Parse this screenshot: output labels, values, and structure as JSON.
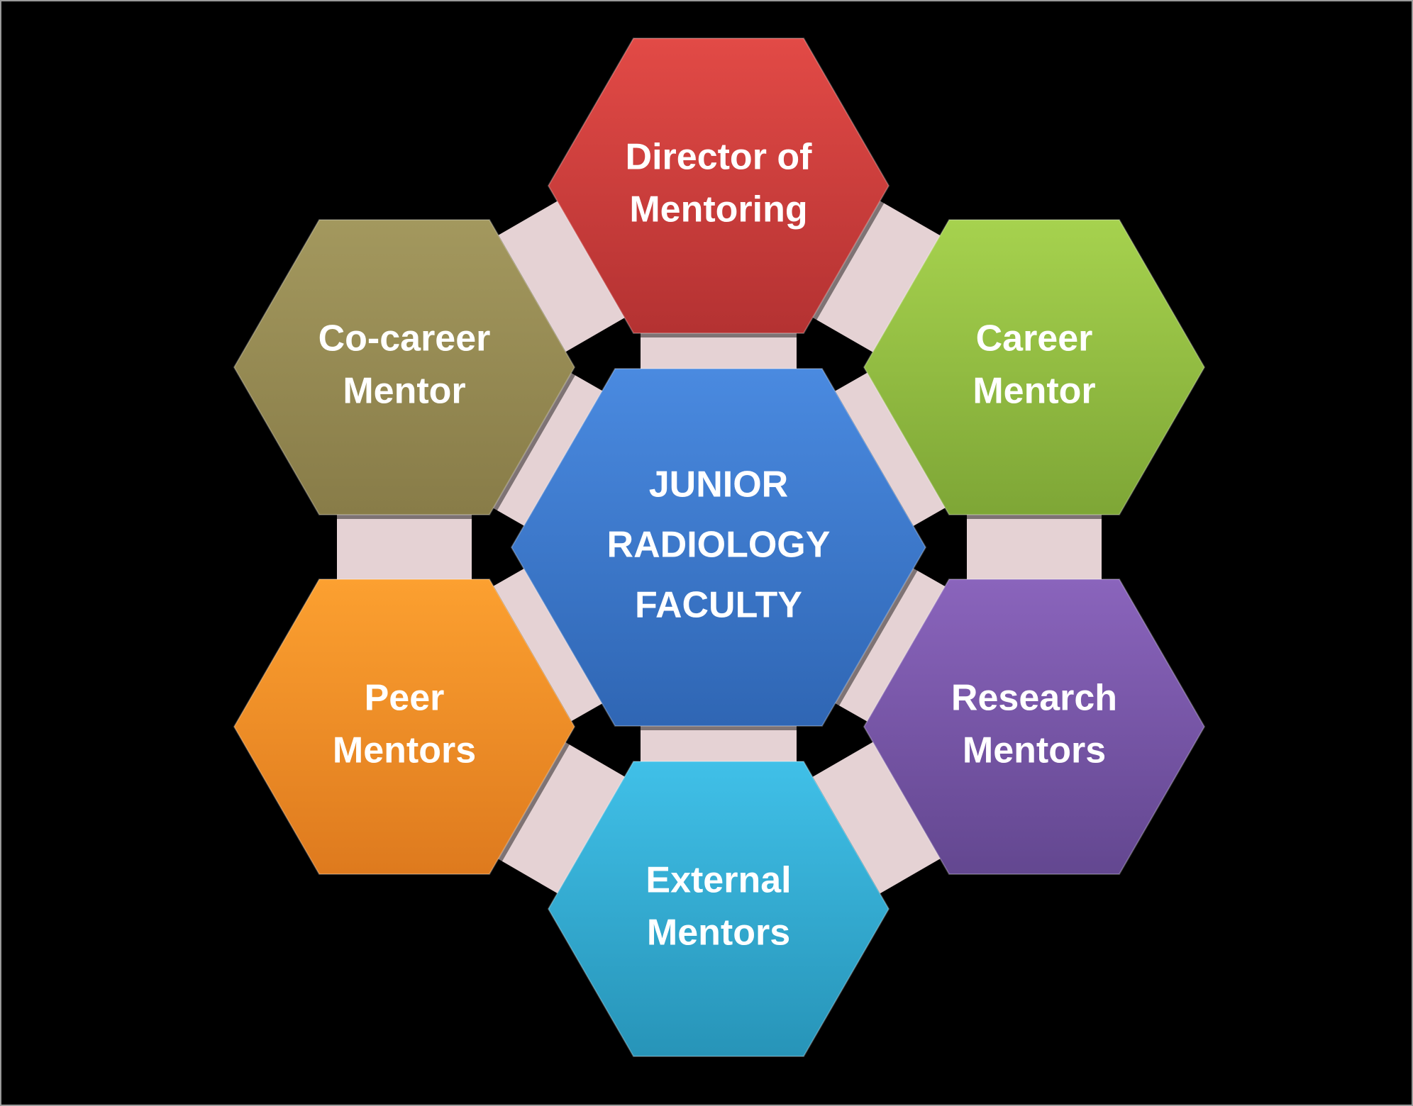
{
  "center": {
    "lines": [
      "JUNIOR",
      "RADIOLOGY",
      "FACULTY"
    ],
    "color_top": "#4a8ae0",
    "color_bottom": "#2f66b4"
  },
  "nodes": [
    {
      "id": "director",
      "lines": [
        "Director of",
        "Mentoring"
      ],
      "color_top": "#e24a46",
      "color_bottom": "#b43232"
    },
    {
      "id": "career",
      "lines": [
        "Career",
        "Mentor"
      ],
      "color_top": "#a6d24e",
      "color_bottom": "#7ea636"
    },
    {
      "id": "research",
      "lines": [
        "Research",
        "Mentors"
      ],
      "color_top": "#8a64bc",
      "color_bottom": "#634790"
    },
    {
      "id": "external",
      "lines": [
        "External",
        "Mentors"
      ],
      "color_top": "#40c0e8",
      "color_bottom": "#2794b8"
    },
    {
      "id": "peer",
      "lines": [
        "Peer",
        "Mentors"
      ],
      "color_top": "#fca030",
      "color_bottom": "#de7a1e"
    },
    {
      "id": "cocareer",
      "lines": [
        "Co-career",
        "Mentor"
      ],
      "color_top": "#a3985e",
      "color_bottom": "#887c48"
    }
  ],
  "connector_color": "#e5d2d4",
  "background_color": "#000000"
}
